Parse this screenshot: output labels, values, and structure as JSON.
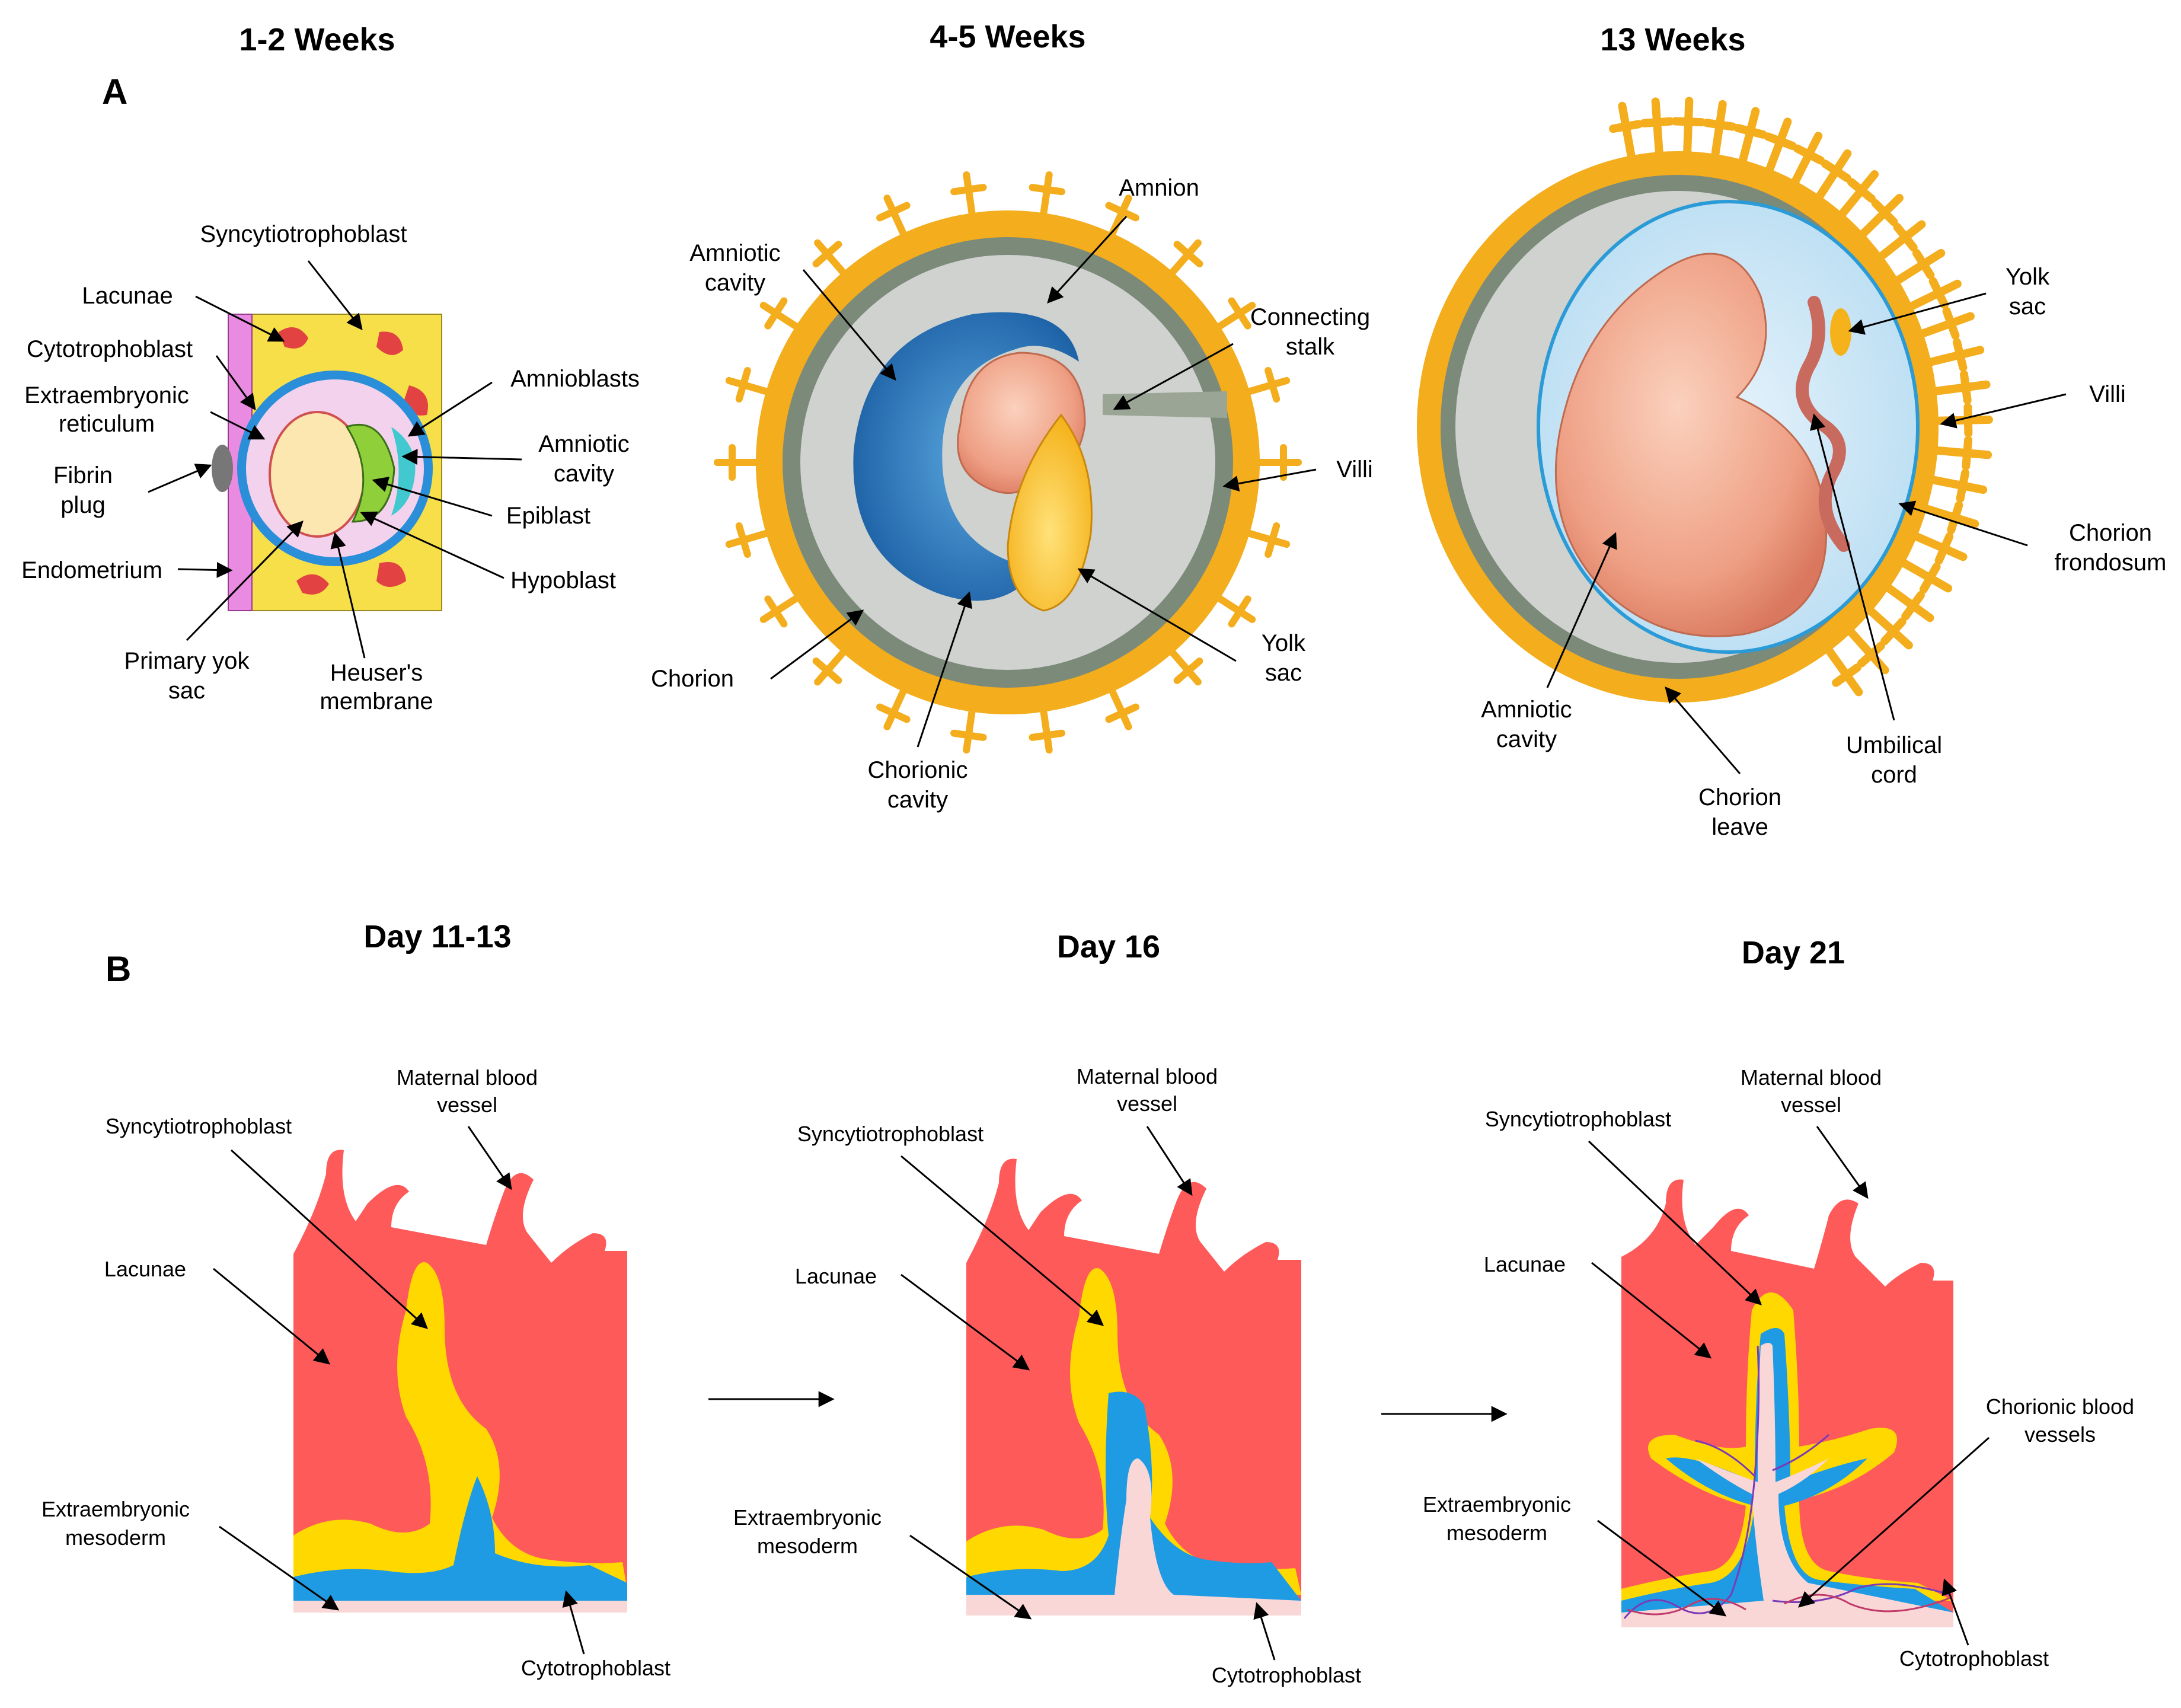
{
  "panels": {
    "a": "A",
    "b": "B"
  },
  "titles": {
    "w12": "1-2 Weeks",
    "w45": "4-5 Weeks",
    "w13": "13 Weeks",
    "d1113": "Day 11-13",
    "d16": "Day 16",
    "d21": "Day 21"
  },
  "w12": {
    "syncytio": "Syncytiotrophoblast",
    "lacunae": "Lacunae",
    "cyto": "Cytotrophoblast",
    "extra1": "Extraembryonic",
    "extra2": "reticulum",
    "fibrin1": "Fibrin",
    "fibrin2": "plug",
    "endo": "Endometrium",
    "yolk1": "Primary yok",
    "yolk2": "sac",
    "heuser1": "Heuser's",
    "heuser2": "membrane",
    "hypo": "Hypoblast",
    "epi": "Epiblast",
    "amcav1": "Amniotic",
    "amcav2": "cavity",
    "amnio": "Amnioblasts"
  },
  "w45": {
    "amcav1": "Amniotic",
    "amcav2": "cavity",
    "amnion": "Amnion",
    "stalk1": "Connecting",
    "stalk2": "stalk",
    "villi": "Villi",
    "yolk1": "Yolk",
    "yolk2": "sac",
    "chorion": "Chorion",
    "chcav1": "Chorionic",
    "chcav2": "cavity"
  },
  "w13": {
    "yolk1": "Yolk",
    "yolk2": "sac",
    "villi": "Villi",
    "frond1": "Chorion",
    "frond2": "frondosum",
    "umb1": "Umbilical",
    "umb2": "cord",
    "leave1": "Chorion",
    "leave2": "leave",
    "amcav1": "Amniotic",
    "amcav2": "cavity"
  },
  "stages": {
    "maternal1": "Maternal blood",
    "maternal2": "vessel",
    "syncytio": "Syncytiotrophoblast",
    "lacunae": "Lacunae",
    "extra1": "Extraembryonic",
    "extra2": "mesoderm",
    "cyto": "Cytotrophoblast",
    "chorionic1": "Chorionic blood",
    "chorionic2": "vessels"
  },
  "colors": {
    "trophoblast": "#f5b11b",
    "chorion_gray": "#8a9488",
    "inner_gray": "#cfd2cf",
    "amnion_blue": "#1e6fb8",
    "embryo": "#f0a98c",
    "lacunae_red": "#ff5a5a",
    "syncytio_yellow": "#ffd800",
    "cyto_blue": "#1e9be3",
    "mesoderm_pink": "#f9d7d7"
  }
}
